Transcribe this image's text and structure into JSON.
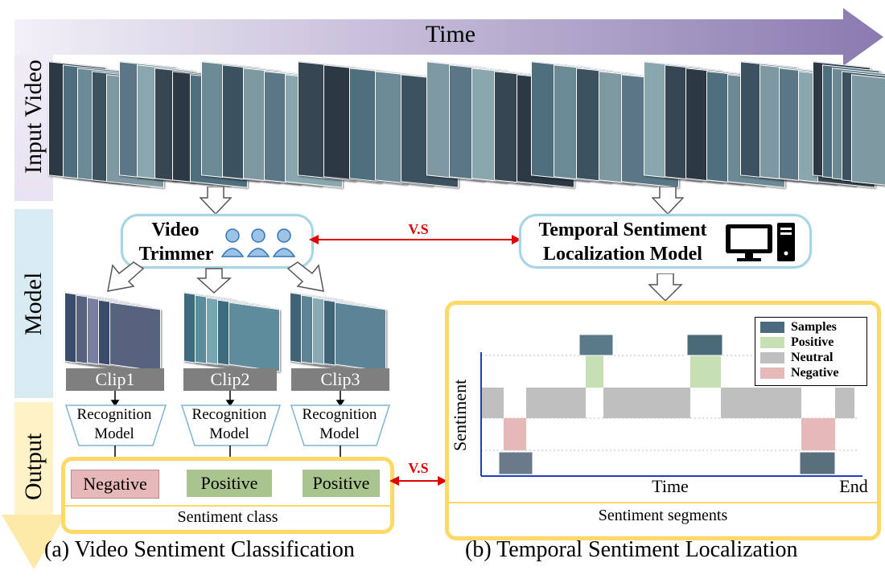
{
  "time_label": "Time",
  "side_labels": {
    "input_video": "Input Video",
    "model": "Model",
    "output": "Output"
  },
  "video_trimmer": {
    "line1": "Video",
    "line2": "Trimmer"
  },
  "tsl_model": {
    "line1": "Temporal Sentiment",
    "line2": "Localization Model"
  },
  "vs_label": "V.S",
  "clips": [
    {
      "label": "Clip1",
      "model_line1": "Recognition",
      "model_line2": "Model",
      "result": "Negative"
    },
    {
      "label": "Clip2",
      "model_line1": "Recognition",
      "model_line2": "Model",
      "result": "Positive"
    },
    {
      "label": "Clip3",
      "model_line1": "Recognition",
      "model_line2": "Model",
      "result": "Positive"
    }
  ],
  "sentiment_class_label": "Sentiment class",
  "sentiment_segments_label": "Sentiment segments",
  "captions": {
    "a": "(a) Video Sentiment Classification",
    "b": "(b) Temporal Sentiment Localization"
  },
  "timeline": {
    "ylabel": "Sentiment",
    "xlabel": "Time",
    "end_label": "End",
    "legend": [
      {
        "label": "Samples",
        "color": "#4a6a80"
      },
      {
        "label": "Positive",
        "color": "#c6e0b4"
      },
      {
        "label": "Neutral",
        "color": "#bfbfbf"
      },
      {
        "label": "Negative",
        "color": "#e6b8b7"
      }
    ]
  },
  "colors": {
    "time_arrow": "#8f7fb3",
    "model_border": "#a9d4e6",
    "output_border": "#ffd966",
    "vs_red": "#e00000",
    "negative": "#e6b8b7",
    "positive": "#a9c48d",
    "neutral": "#bfbfbf"
  }
}
